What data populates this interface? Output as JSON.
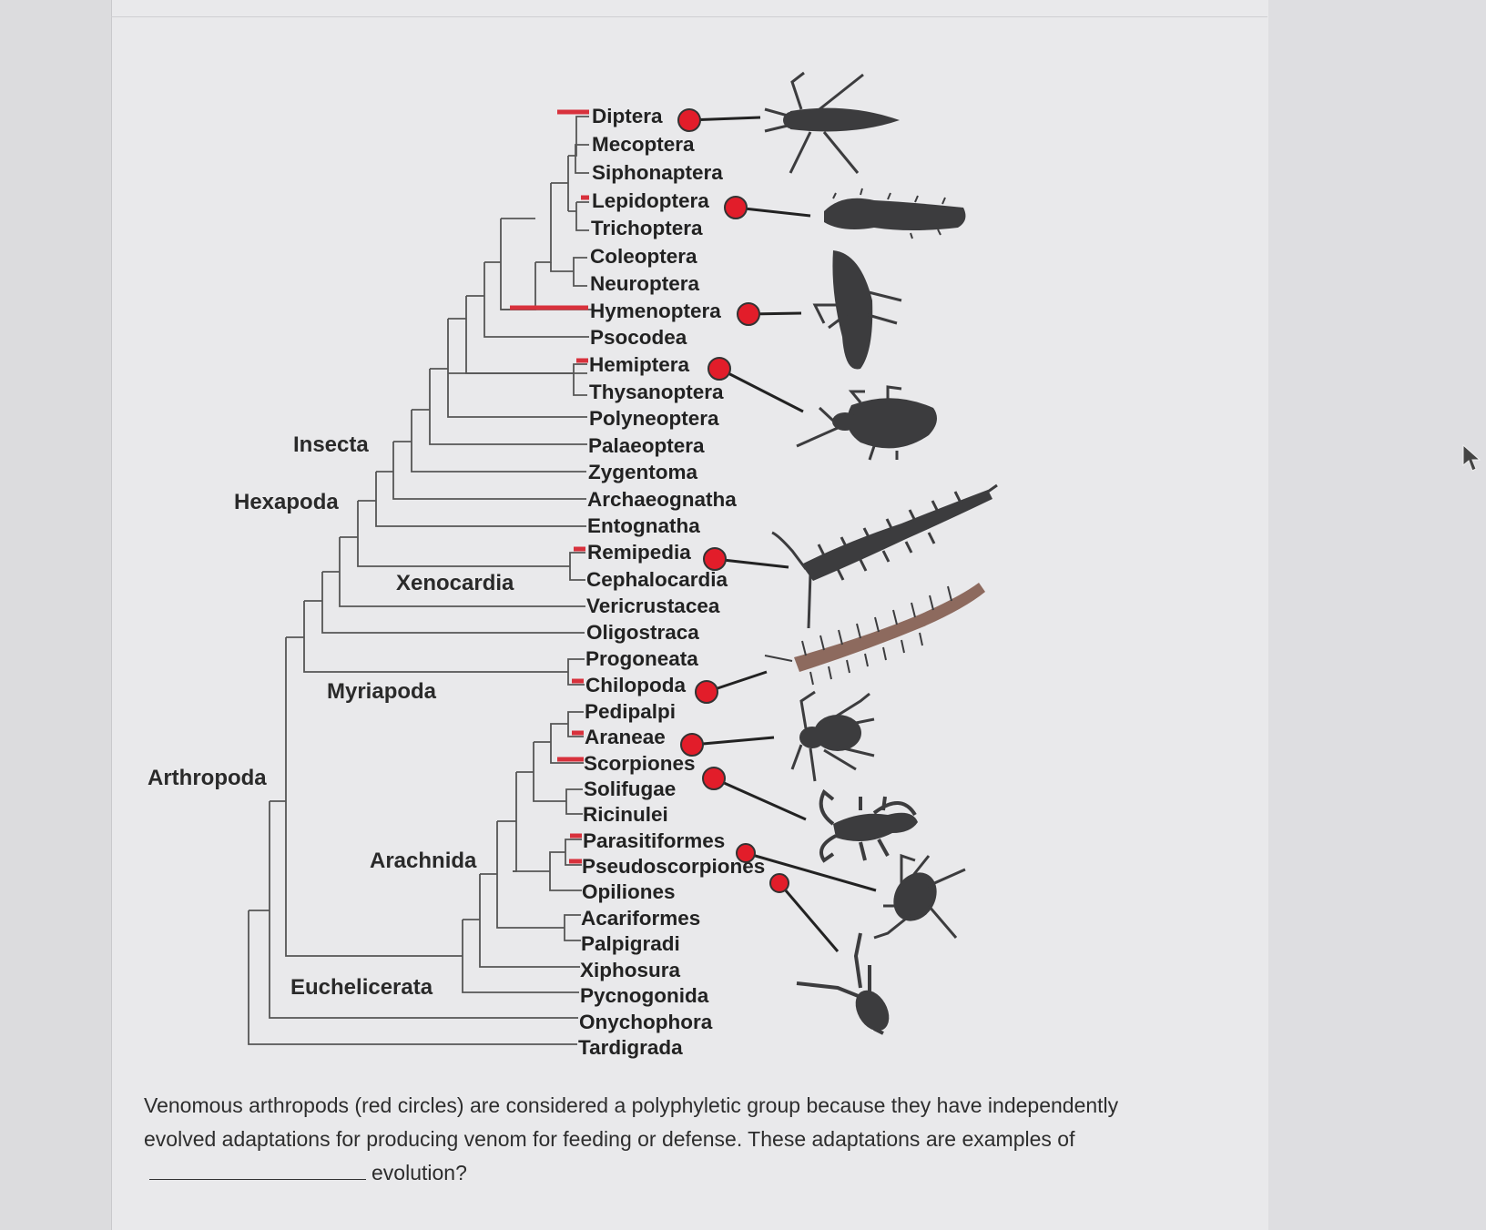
{
  "tips": [
    "Diptera",
    "Mecoptera",
    "Siphonaptera",
    "Lepidoptera",
    "Trichoptera",
    "Coleoptera",
    "Neuroptera",
    "Hymenoptera",
    "Psocodea",
    "Hemiptera",
    "Thysanoptera",
    "Polyneoptera",
    "Palaeoptera",
    "Zygentoma",
    "Archaeognatha",
    "Entognatha",
    "Remipedia",
    "Cephalocardia",
    "Vericrustacea",
    "Oligostraca",
    "Progoneata",
    "Chilopoda",
    "Pedipalpi",
    "Araneae",
    "Scorpiones",
    "Solifugae",
    "Ricinulei",
    "Parasitiformes",
    "Pseudoscorpiones",
    "Opiliones",
    "Acariformes",
    "Palpigradi",
    "Xiphosura",
    "Pycnogonida",
    "Onychophora",
    "Tardigrada"
  ],
  "clades": {
    "insecta": "Insecta",
    "hexapoda": "Hexapoda",
    "xenocardia": "Xenocardia",
    "myriapoda": "Myriapoda",
    "arthropoda": "Arthropoda",
    "arachnida": "Arachnida",
    "euchelicerata": "Euchelicerata"
  },
  "venomous_groups": [
    "Diptera",
    "Lepidoptera",
    "Hymenoptera",
    "Hemiptera",
    "Remipedia",
    "Chilopoda",
    "Araneae",
    "Scorpiones",
    "Parasitiformes",
    "Pseudoscorpiones"
  ],
  "marker_color": "#e21d2a",
  "silhouettes": [
    "robber-fly-icon",
    "caterpillar-icon",
    "wasp-icon",
    "assassin-bug-icon",
    "remipede-icon",
    "centipede-icon",
    "spider-icon",
    "scorpion-icon",
    "tick-icon",
    "pseudoscorpion-icon"
  ],
  "question": {
    "part1": "Venomous arthropods (red circles) are considered a polyphyletic group because they have independently evolved adaptations for producing venom for feeding or defense. These adaptations are examples of",
    "part2": "evolution?"
  }
}
